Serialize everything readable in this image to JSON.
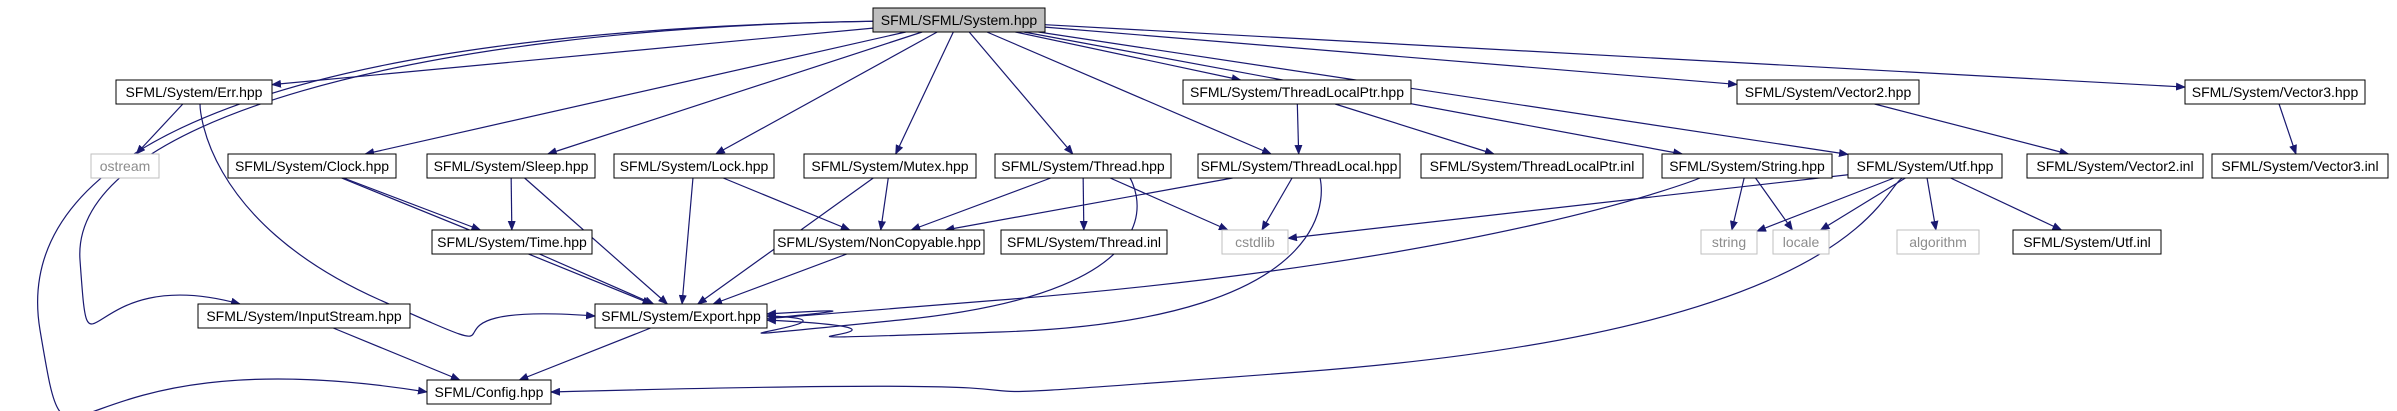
{
  "graph": {
    "colors": {
      "edge": "#191970",
      "node_border": "#000000",
      "node_border_external": "#bfbfbf",
      "node_fill": "#ffffff",
      "root_fill": "#bfbfbf",
      "text": "#000000",
      "text_external": "#8c8c8c"
    },
    "nodes": [
      {
        "id": "system",
        "label": "SFML/SFML/System.hpp",
        "kind": "root"
      },
      {
        "id": "err",
        "label": "SFML/System/Err.hpp",
        "kind": "header"
      },
      {
        "id": "ostream",
        "label": "ostream",
        "kind": "external"
      },
      {
        "id": "clock",
        "label": "SFML/System/Clock.hpp",
        "kind": "header"
      },
      {
        "id": "sleep",
        "label": "SFML/System/Sleep.hpp",
        "kind": "header"
      },
      {
        "id": "lock",
        "label": "SFML/System/Lock.hpp",
        "kind": "header"
      },
      {
        "id": "mutex",
        "label": "SFML/System/Mutex.hpp",
        "kind": "header"
      },
      {
        "id": "thread",
        "label": "SFML/System/Thread.hpp",
        "kind": "header"
      },
      {
        "id": "tlp",
        "label": "SFML/System/ThreadLocalPtr.hpp",
        "kind": "header"
      },
      {
        "id": "tl",
        "label": "SFML/System/ThreadLocal.hpp",
        "kind": "header"
      },
      {
        "id": "tlpinl",
        "label": "SFML/System/ThreadLocalPtr.inl",
        "kind": "header"
      },
      {
        "id": "string",
        "label": "SFML/System/String.hpp",
        "kind": "header"
      },
      {
        "id": "vec2",
        "label": "SFML/System/Vector2.hpp",
        "kind": "header"
      },
      {
        "id": "utf",
        "label": "SFML/System/Utf.hpp",
        "kind": "header"
      },
      {
        "id": "vec2inl",
        "label": "SFML/System/Vector2.inl",
        "kind": "header"
      },
      {
        "id": "vec3",
        "label": "SFML/System/Vector3.hpp",
        "kind": "header"
      },
      {
        "id": "vec3inl",
        "label": "SFML/System/Vector3.inl",
        "kind": "header"
      },
      {
        "id": "time",
        "label": "SFML/System/Time.hpp",
        "kind": "header"
      },
      {
        "id": "noncopy",
        "label": "SFML/System/NonCopyable.hpp",
        "kind": "header"
      },
      {
        "id": "threadinl",
        "label": "SFML/System/Thread.inl",
        "kind": "header"
      },
      {
        "id": "cstdlib",
        "label": "cstdlib",
        "kind": "external"
      },
      {
        "id": "stdstring",
        "label": "string",
        "kind": "external"
      },
      {
        "id": "locale",
        "label": "locale",
        "kind": "external"
      },
      {
        "id": "algorithm",
        "label": "algorithm",
        "kind": "external"
      },
      {
        "id": "utfinl",
        "label": "SFML/System/Utf.inl",
        "kind": "header"
      },
      {
        "id": "export",
        "label": "SFML/System/Export.hpp",
        "kind": "header"
      },
      {
        "id": "input",
        "label": "SFML/System/InputStream.hpp",
        "kind": "header"
      },
      {
        "id": "config",
        "label": "SFML/Config.hpp",
        "kind": "header"
      }
    ],
    "edges": [
      [
        "system",
        "err"
      ],
      [
        "system",
        "clock"
      ],
      [
        "system",
        "sleep"
      ],
      [
        "system",
        "lock"
      ],
      [
        "system",
        "mutex"
      ],
      [
        "system",
        "thread"
      ],
      [
        "system",
        "tlp"
      ],
      [
        "system",
        "tl"
      ],
      [
        "system",
        "string"
      ],
      [
        "system",
        "vec2"
      ],
      [
        "system",
        "utf"
      ],
      [
        "system",
        "vec3"
      ],
      [
        "system",
        "input"
      ],
      [
        "system",
        "config"
      ],
      [
        "err",
        "ostream"
      ],
      [
        "err",
        "export"
      ],
      [
        "clock",
        "time"
      ],
      [
        "clock",
        "export"
      ],
      [
        "sleep",
        "time"
      ],
      [
        "sleep",
        "export"
      ],
      [
        "time",
        "export"
      ],
      [
        "lock",
        "noncopy"
      ],
      [
        "lock",
        "export"
      ],
      [
        "mutex",
        "noncopy"
      ],
      [
        "mutex",
        "export"
      ],
      [
        "thread",
        "noncopy"
      ],
      [
        "thread",
        "threadinl"
      ],
      [
        "thread",
        "cstdlib"
      ],
      [
        "thread",
        "export"
      ],
      [
        "tlp",
        "tl"
      ],
      [
        "tlp",
        "tlpinl"
      ],
      [
        "tl",
        "noncopy"
      ],
      [
        "tl",
        "cstdlib"
      ],
      [
        "tl",
        "export"
      ],
      [
        "noncopy",
        "export"
      ],
      [
        "string",
        "stdstring"
      ],
      [
        "string",
        "locale"
      ],
      [
        "string",
        "export"
      ],
      [
        "utf",
        "stdstring"
      ],
      [
        "utf",
        "locale"
      ],
      [
        "utf",
        "algorithm"
      ],
      [
        "utf",
        "utfinl"
      ],
      [
        "utf",
        "cstdlib"
      ],
      [
        "utf",
        "config"
      ],
      [
        "vec2",
        "vec2inl"
      ],
      [
        "vec3",
        "vec3inl"
      ],
      [
        "export",
        "config"
      ],
      [
        "input",
        "config"
      ]
    ]
  }
}
